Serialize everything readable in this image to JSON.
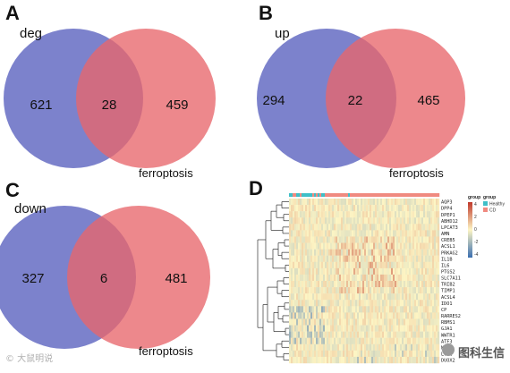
{
  "venn_a": {
    "letter": "A",
    "left_label": "deg",
    "right_label": "ferroptosis",
    "left_only": "621",
    "overlap": "28",
    "right_only": "459"
  },
  "venn_b": {
    "letter": "B",
    "left_label": "up",
    "right_label": "ferroptosis",
    "left_only": "294",
    "overlap": "22",
    "right_only": "465"
  },
  "venn_c": {
    "letter": "C",
    "left_label": "down",
    "right_label": "ferroptosis",
    "left_only": "327",
    "overlap": "6",
    "right_only": "481"
  },
  "heatmap": {
    "letter": "D",
    "genes": [
      "AQP3",
      "DPP4",
      "DPEP1",
      "ABHD12",
      "LPCAT3",
      "AMN",
      "CREB5",
      "ACSL1",
      "PRKAG2",
      "IL1B",
      "IL6",
      "PTGS2",
      "SLC7A11",
      "TRIB2",
      "TIMP1",
      "ACSL4",
      "IDO1",
      "CP",
      "RARRES2",
      "RBMS1",
      "GJA1",
      "WWTR1",
      "ATF3",
      "MUC1",
      "LCN2",
      "DUOX2"
    ],
    "legend_group_title": "group",
    "legend_group_items": [
      {
        "label": "Healthy",
        "color": "#3fbfc8"
      },
      {
        "label": "CD",
        "color": "#f08a80"
      }
    ],
    "legend_color_title": "group",
    "colorbar_ticks": [
      "4",
      "2",
      "0",
      "-2",
      "-4"
    ],
    "colors": {
      "high": "#c0392b",
      "mid": "#fdf5c4",
      "low": "#3b6fb0"
    }
  },
  "colors": {
    "left_circle": "#6e74c6",
    "right_circle": "#e8676b"
  },
  "watermark_left": "© 大鼠明说",
  "watermark_right": "图科生信"
}
